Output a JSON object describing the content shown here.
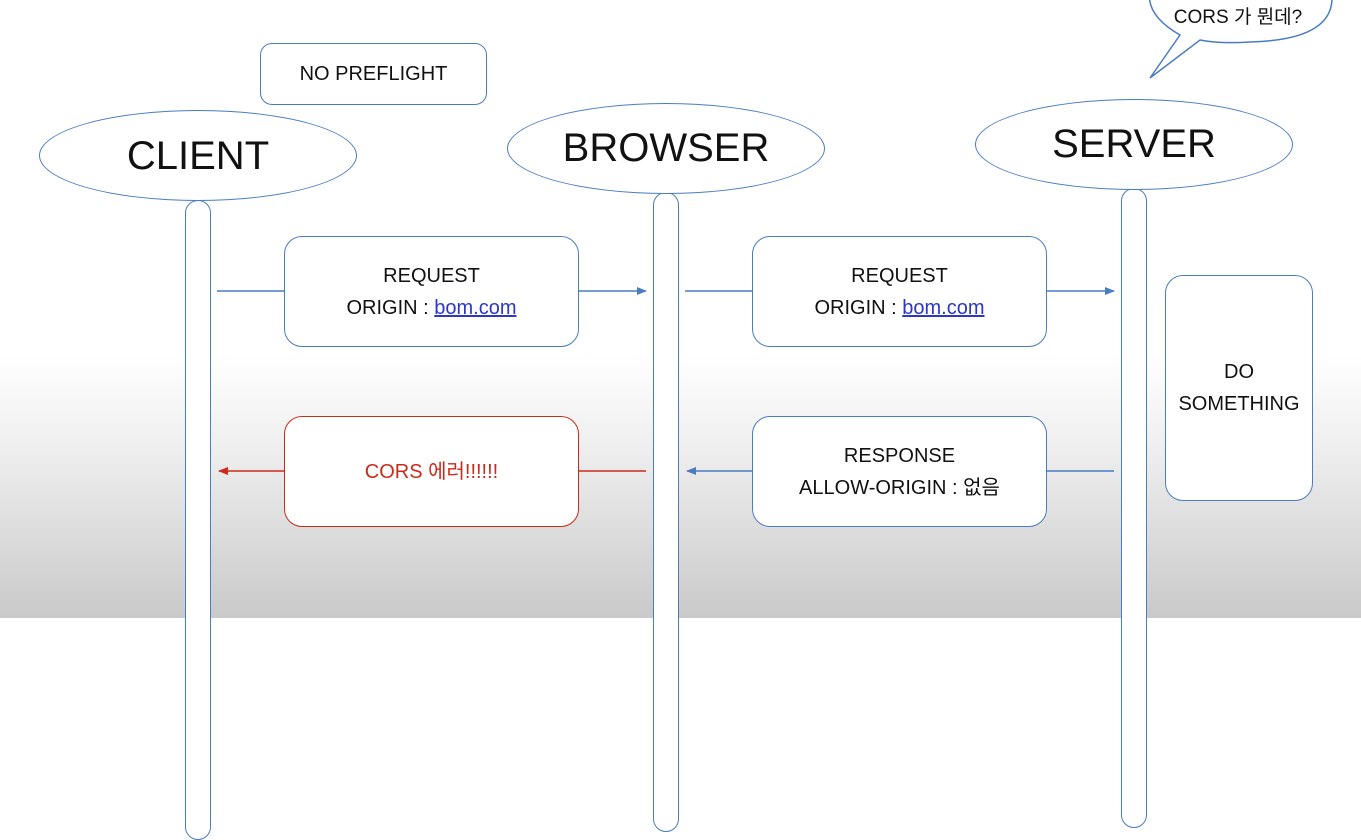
{
  "no_preflight": {
    "label": "NO PREFLIGHT"
  },
  "actors": {
    "client": "CLIENT",
    "browser": "BROWSER",
    "server": "SERVER"
  },
  "speech_bubble": {
    "text": "CORS 가 뭔데?"
  },
  "messages": {
    "client_to_browser": {
      "line1": "REQUEST",
      "origin_label": "ORIGIN : ",
      "origin_value": "bom.com"
    },
    "browser_to_server": {
      "line1": "REQUEST",
      "origin_label": "ORIGIN : ",
      "origin_value": "bom.com"
    },
    "server_to_browser": {
      "line1": "RESPONSE",
      "line2": "ALLOW-ORIGIN : 없음"
    },
    "browser_to_client": {
      "text": "CORS 에러!!!!!!"
    }
  },
  "server_action": {
    "line1": "DO",
    "line2": "SOMETHING"
  },
  "colors": {
    "line": "#4a7cc4",
    "error": "#cc2a1a",
    "link": "#2b37c9"
  }
}
